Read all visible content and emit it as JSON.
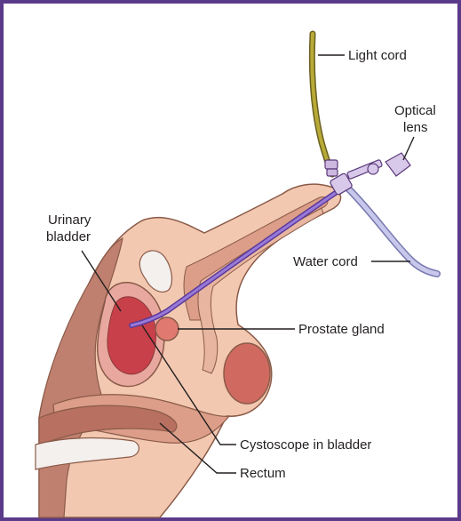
{
  "labels": {
    "light_cord": "Light cord",
    "optical_lens_line1": "Optical",
    "optical_lens_line2": "lens",
    "water_cord": "Water cord",
    "urinary_bladder_line1": "Urinary",
    "urinary_bladder_line2": "bladder",
    "prostate_gland": "Prostate gland",
    "cystoscope_in_bladder": "Cystoscope in bladder",
    "rectum": "Rectum"
  },
  "colors": {
    "border": "#5b3a8a",
    "skin": "#f2c8b0",
    "skin_outline": "#8a5a48",
    "tissue_dark": "#c08070",
    "tissue_mid": "#dc9e88",
    "bladder_outer": "#e8a8a0",
    "bladder_inner": "#c8404a",
    "prostate": "#e07a70",
    "scope": "#8a6ac8",
    "light_cord": "#a89a30",
    "water_cord": "#b8b8e0",
    "bone": "#f4f0ee",
    "label_text": "#231f20"
  }
}
